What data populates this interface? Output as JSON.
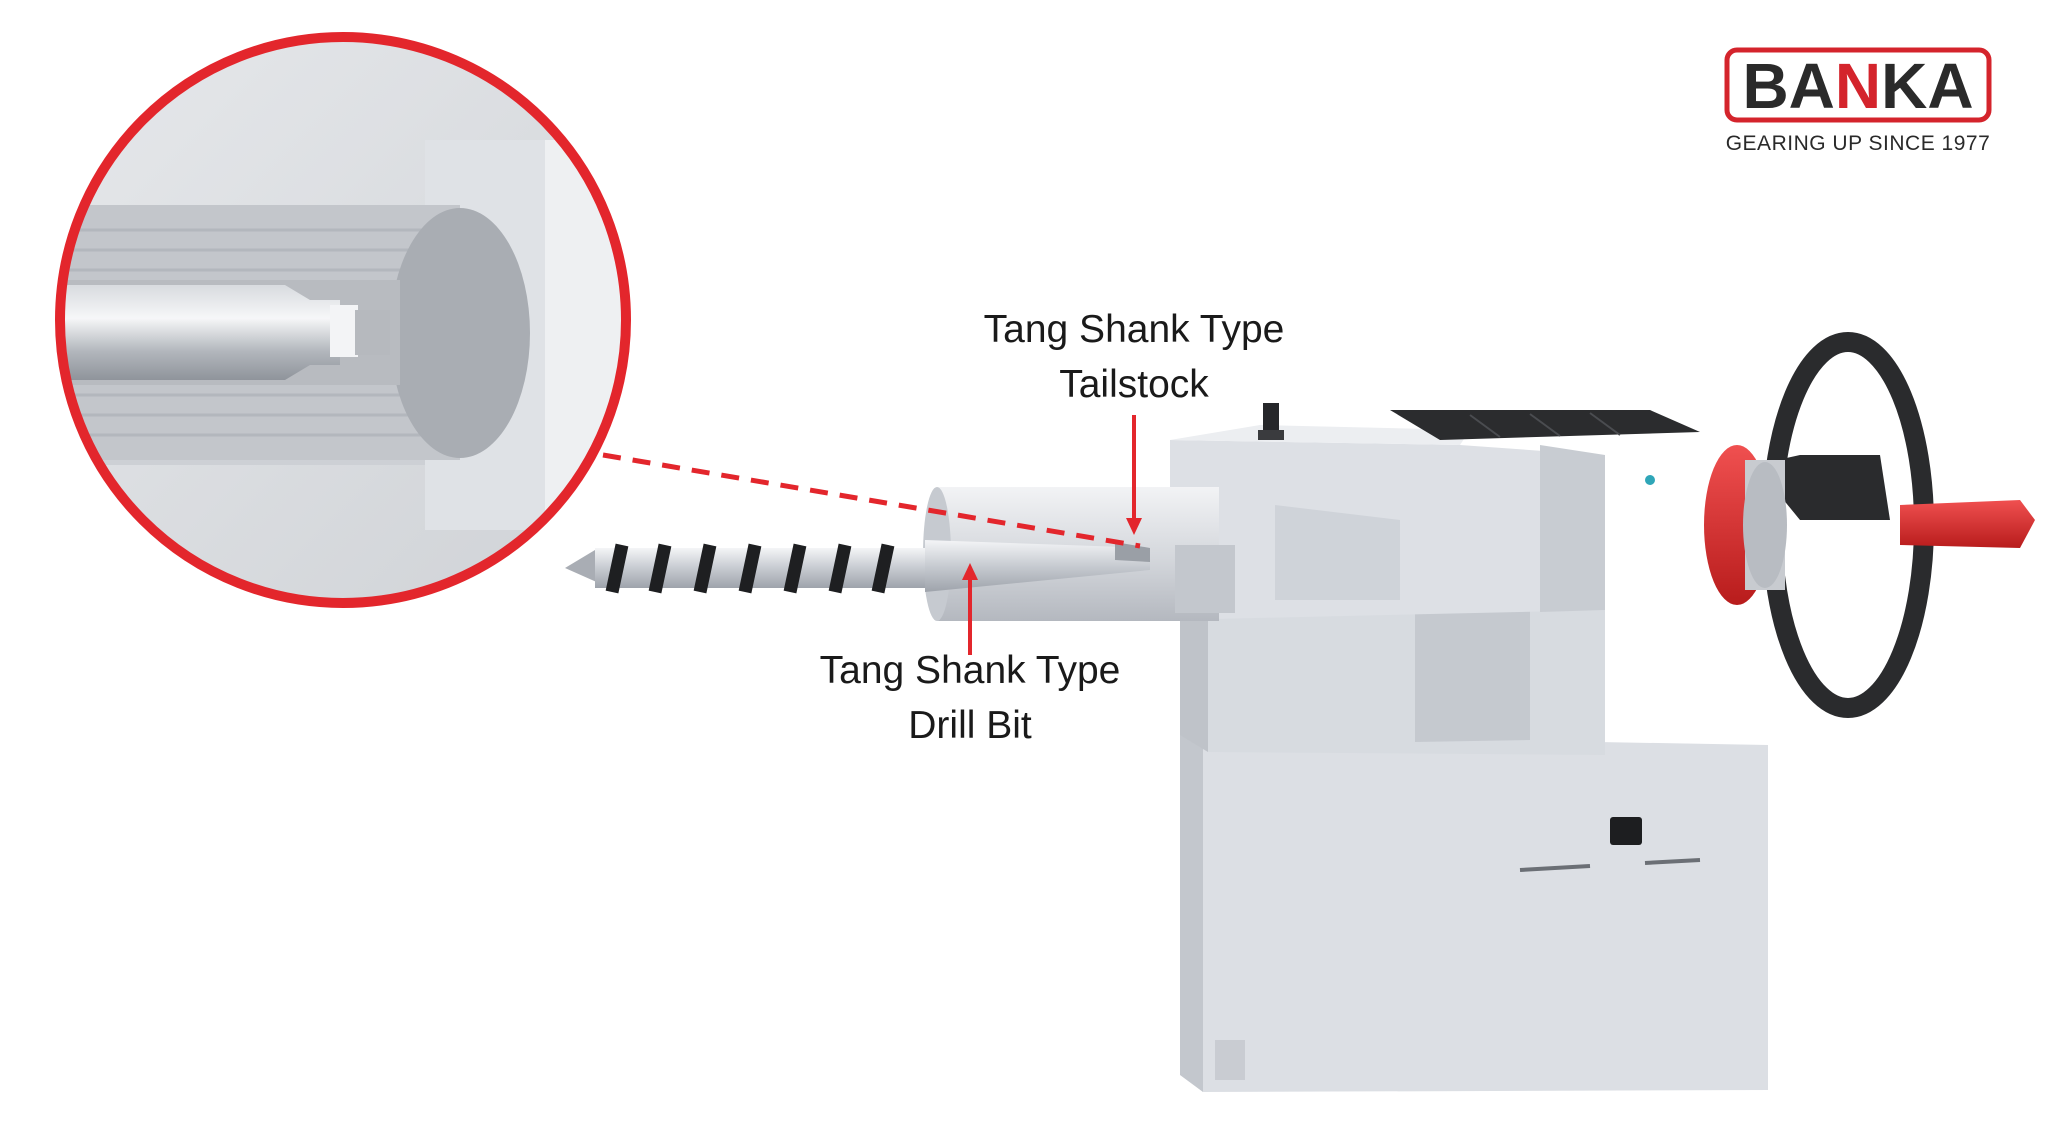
{
  "logo": {
    "brand_before": "BA",
    "brand_accent": "N",
    "brand_after": "KA",
    "tagline": "GEARING UP SINCE 1977",
    "accent_color": "#d4242c"
  },
  "labels": {
    "tailstock_line1": "Tang Shank Type",
    "tailstock_line2": "Tailstock",
    "drillbit_line1": "Tang Shank Type",
    "drillbit_line2": "Drill Bit"
  },
  "colors": {
    "callout_red": "#e3262c",
    "body_grey": "#d9dde3",
    "wheel_dark": "#2a2b2d",
    "handle_red": "#dd2a2a"
  }
}
